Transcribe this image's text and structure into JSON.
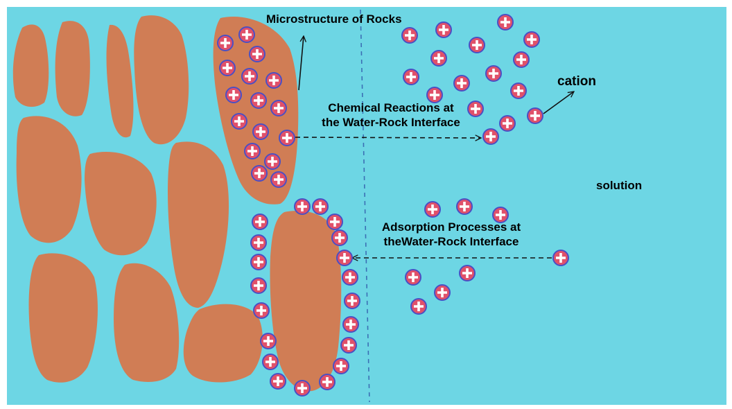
{
  "diagram": {
    "labels": {
      "microstructure": "Microstructure of Rocks",
      "chem_line1": "Chemical Reactions at",
      "chem_line2": "the Water-Rock Interface",
      "cation": "cation",
      "solution": "solution",
      "ads_line1": "Adsorption Processes at",
      "ads_line2": "theWater-Rock Interface"
    },
    "colors": {
      "water": "#6dd6e4",
      "rock": "#d07d55",
      "cation_fill": "#e0516a",
      "cation_outline": "#4a4fc4",
      "cation_sign": "#ffffff",
      "arrow": "#111111"
    },
    "icons": {
      "cation": "plus-sign-circle"
    }
  }
}
